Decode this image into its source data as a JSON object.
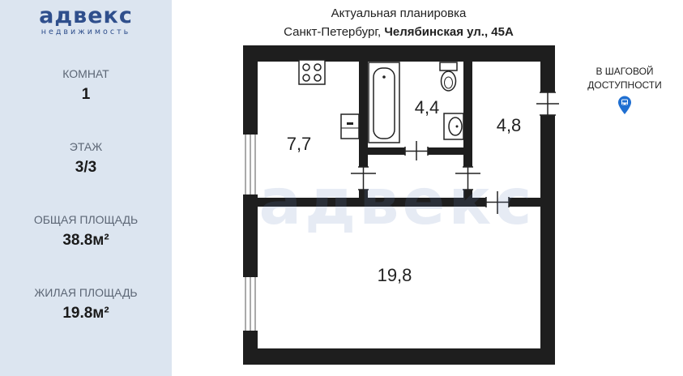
{
  "logo": {
    "name": "адвекс",
    "tagline": "недвижимость"
  },
  "stats": [
    {
      "label": "КОМНАТ",
      "value": "1"
    },
    {
      "label": "ЭТАЖ",
      "value": "3/3"
    },
    {
      "label": "ОБЩАЯ ПЛОЩАДЬ",
      "value": "38.8м²"
    },
    {
      "label": "ЖИЛАЯ ПЛОЩАДЬ",
      "value": "19.8м²"
    }
  ],
  "header": {
    "title": "Актуальная планировка",
    "city": "Санкт-Петербург, ",
    "street": "Челябинская ул., 45А"
  },
  "walking": {
    "text": "В ШАГОВОЙ\nДОСТУПНОСТИ",
    "icon": "bus-stop-pin-icon"
  },
  "rooms": {
    "kitchen": "7,7",
    "bathroom": "4,4",
    "storage": "4,8",
    "living_room": "19,8"
  },
  "watermark": "адвекс",
  "colors": {
    "sidebar_bg": "#dce5f0",
    "brand": "#2f4f8c",
    "wall": "#1e1e1e",
    "pin": "#1f6fd1"
  }
}
